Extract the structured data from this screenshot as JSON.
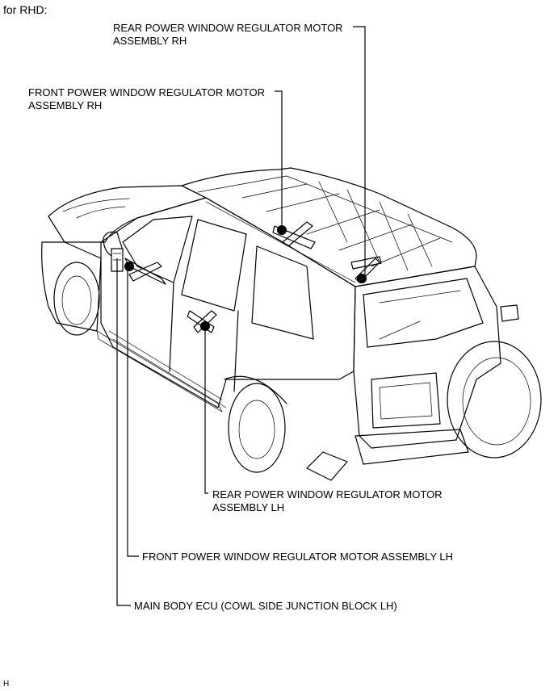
{
  "heading": "for RHD:",
  "callouts": {
    "rear_rh_line1": "REAR POWER WINDOW REGULATOR MOTOR",
    "rear_rh_line2": "ASSEMBLY RH",
    "front_rh_line1": "FRONT POWER WINDOW REGULATOR MOTOR",
    "front_rh_line2": "ASSEMBLY RH",
    "rear_lh_line1": "REAR POWER WINDOW REGULATOR MOTOR",
    "rear_lh_line2": "ASSEMBLY LH",
    "front_lh": "FRONT POWER WINDOW REGULATOR MOTOR ASSEMBLY LH",
    "main_ecu": "MAIN BODY ECU (COWL SIDE JUNCTION BLOCK LH)"
  },
  "figure_code": "H"
}
